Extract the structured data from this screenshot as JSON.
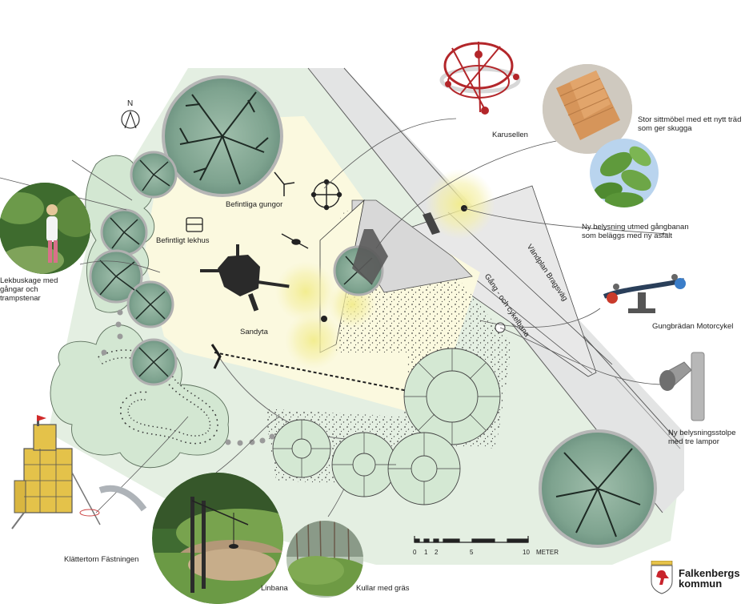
{
  "compass": {
    "letter": "N"
  },
  "labels": {
    "befintliga_gungor": "Befintliga gungor",
    "befintligt_lekhus": "Befintligt lekhus",
    "sandyta": "Sandyta",
    "karusellen": "Karusellen",
    "sittmobel": "Stor sittmöbel med ett nytt träd som ger skugga",
    "belysning_gangbana": "Ny belysning utmed gångbanan som beläggs med ny asfalt",
    "vandplan": "Vändplan Bragsväg",
    "gang_cykelbana": "Gång - och cykelbana",
    "gungbradan": "Gungbrädan Motorcykel",
    "belysningsstolpe": "Ny belysningsstolpe med tre lampor",
    "lekbuskage": "Lekbuskage med gångar och trampstenar",
    "klattertorn": "Klättertorn Fästningen",
    "linbana": "Linbana",
    "kullar": "Kullar med gräs"
  },
  "scale": {
    "ticks": [
      "0",
      "1",
      "2",
      "5",
      "10"
    ],
    "unit": "METER"
  },
  "logo": {
    "line1": "Falkenbergs",
    "line2": "kommun"
  },
  "colors": {
    "park_green": "#e4efe2",
    "sand": "#fbf9df",
    "bush_green": "#d3e7d2",
    "tree_green": "#7ea38f",
    "road_gray": "#e3e4e4",
    "light_glow": "#f2efa6",
    "carousel_red": "#b3262a",
    "wood": "#d6955a"
  }
}
